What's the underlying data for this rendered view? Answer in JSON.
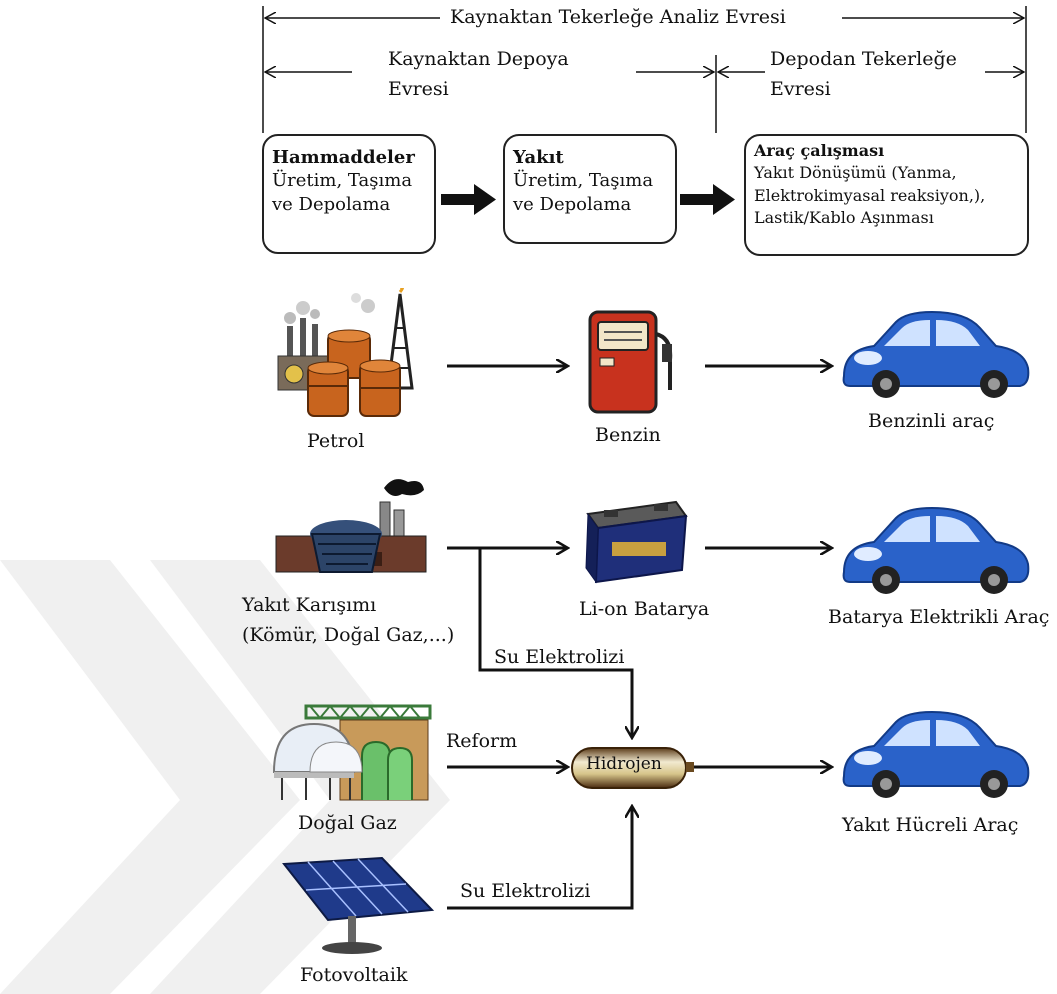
{
  "phases": {
    "well_to_wheel": "Kaynaktan Tekerleğe Analiz Evresi",
    "well_to_tank_line1": "Kaynaktan Depoya",
    "well_to_tank_line2": "Evresi",
    "tank_to_wheel_line1": "Depodan Tekerleğe",
    "tank_to_wheel_line2": "Evresi"
  },
  "stages": {
    "raw_materials": {
      "title": "Hammaddeler",
      "line1": "Üretim, Taşıma",
      "line2": "ve Depolama"
    },
    "fuel": {
      "title": "Yakıt",
      "line1": "Üretim, Taşıma",
      "line2": "ve Depolama"
    },
    "vehicle_operation": {
      "title": "Araç çalışması",
      "line1": "Yakıt Dönüşümü (Yanma,",
      "line2": "Elektrokimyasal reaksiyon,),",
      "line3": "Lastik/Kablo Aşınması"
    }
  },
  "sources": {
    "petrol": "Petrol",
    "fuel_mix_line1": "Yakıt Karışımı",
    "fuel_mix_line2": "(Kömür, Doğal Gaz,...)",
    "natural_gas": "Doğal Gaz",
    "photovoltaic": "Fotovoltaik"
  },
  "fuels": {
    "gasoline": "Benzin",
    "battery": "Li-on Batarya",
    "hydrogen": "Hidrojen"
  },
  "vehicles": {
    "gasoline_vehicle": "Benzinli araç",
    "battery_vehicle": "Batarya Elektrikli Araç",
    "fuel_cell_vehicle": "Yakıt Hücreli Araç"
  },
  "processes": {
    "electrolysis_1": "Su Elektrolizi",
    "reform": "Reform",
    "electrolysis_2": "Su Elektrolizi"
  },
  "colors": {
    "car_blue": "#2a62c9",
    "barrel_orange": "#c8641e",
    "pump_red": "#c8321e",
    "battery_blue": "#1f2f7a",
    "hydrogen_gold": "#d6c48a",
    "watermark_gray": "#f0f0f0"
  }
}
